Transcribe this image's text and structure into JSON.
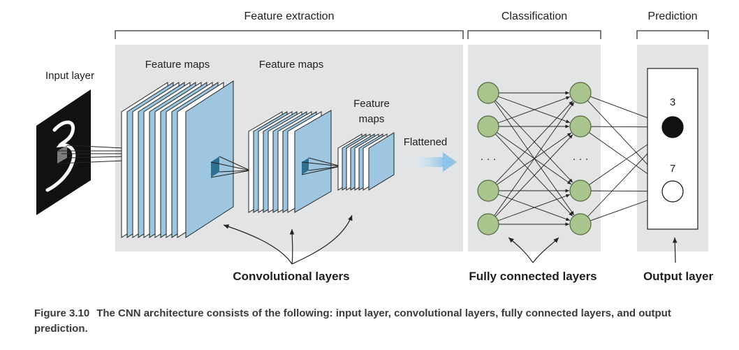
{
  "sections": {
    "feature_extraction": "Feature extraction",
    "classification": "Classification",
    "prediction": "Prediction"
  },
  "labels": {
    "input_layer": "Input layer",
    "feature_maps_1": "Feature maps",
    "feature_maps_2": "Feature maps",
    "feature_maps_3_line1": "Feature",
    "feature_maps_3_line2": "maps",
    "flattened": "Flattened",
    "dots_left": "· · ·",
    "dots_right": "· · ·",
    "output_3": "3",
    "output_7": "7"
  },
  "bottom_labels": {
    "convolutional": "Convolutional layers",
    "fully_connected": "Fully connected layers",
    "output": "Output layer"
  },
  "caption": {
    "figure_label": "Figure 3.10",
    "text": "The CNN architecture consists of the following: input layer, convolutional layers, fully connected layers, and output prediction."
  },
  "colors": {
    "panel": "#e3e4e5",
    "feature_map": "#9ec6e0",
    "neuron": "#a9c48d",
    "neuron_stroke": "#55683f",
    "output_active": "#111111",
    "arrow_gradient": "#8fc4e6"
  },
  "icons": {
    "input_image": "handwritten-digit-3-image",
    "flatten_arrow": "gradient-arrow"
  }
}
